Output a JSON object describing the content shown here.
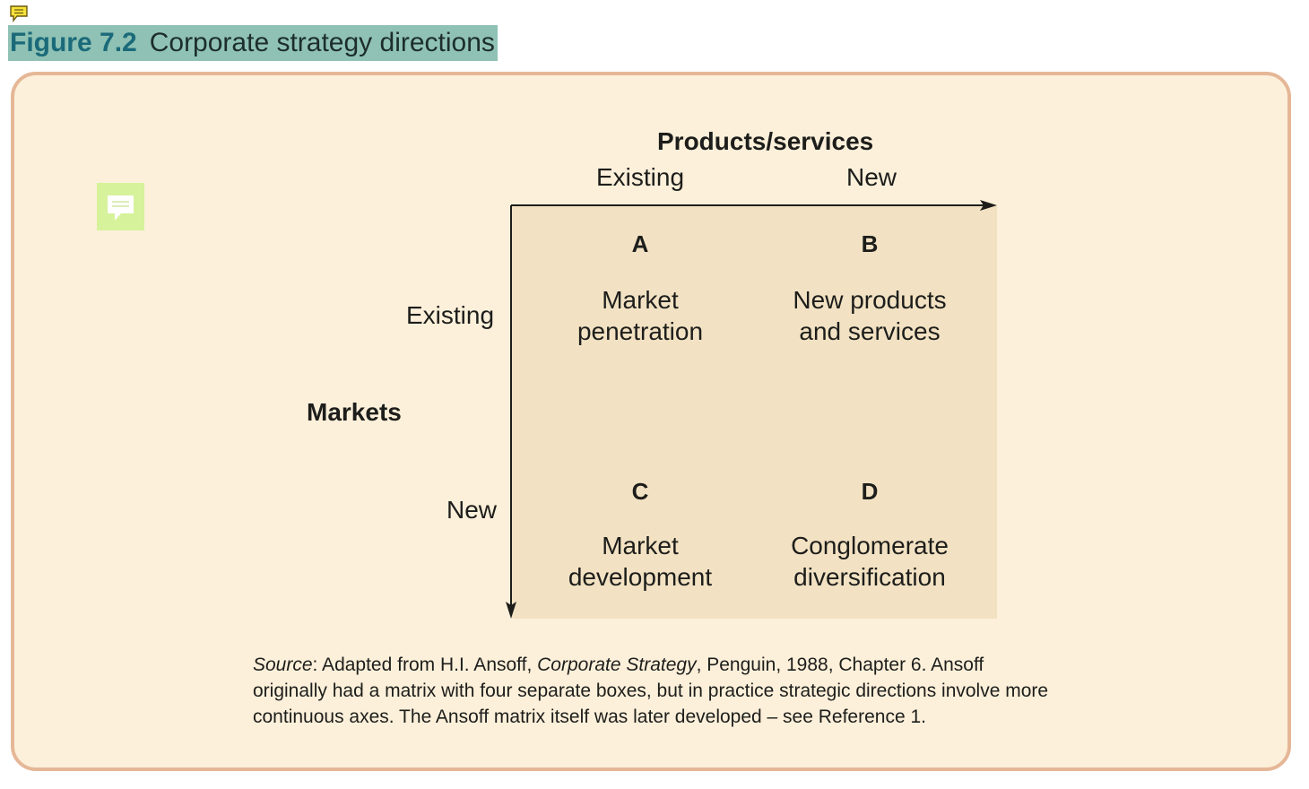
{
  "figure": {
    "number": "Figure 7.2",
    "caption": "Corporate strategy directions"
  },
  "diagram": {
    "x_axis": {
      "title": "Products/services",
      "labels": [
        "Existing",
        "New"
      ]
    },
    "y_axis": {
      "title": "Markets",
      "labels": [
        "Existing",
        "New"
      ]
    },
    "cells": [
      {
        "letter": "A",
        "text": "Market\npenetration"
      },
      {
        "letter": "B",
        "text": "New products\nand services"
      },
      {
        "letter": "C",
        "text": "Market\ndevelopment"
      },
      {
        "letter": "D",
        "text": "Conglomerate\ndiversification"
      }
    ]
  },
  "source": {
    "label": "Source",
    "text_1": ": Adapted from H.I. Ansoff, ",
    "book_title": "Corporate Strategy",
    "text_2": ", Penguin, 1988, Chapter 6. Ansoff originally had a matrix with four separate boxes, but in practice strategic directions involve more continuous axes. The Ansoff matrix itself was later developed – see Reference 1."
  },
  "colors": {
    "title_band": "#8fc2b4",
    "title_number": "#1b6a7a",
    "frame_border": "#e5b797",
    "frame_fill": "#fcf0da",
    "matrix_fill": "#f2e2c3",
    "note_icon": "#d6f29a"
  },
  "icons": {
    "small_note": "comment-note-icon",
    "large_note": "comment-note-icon"
  }
}
